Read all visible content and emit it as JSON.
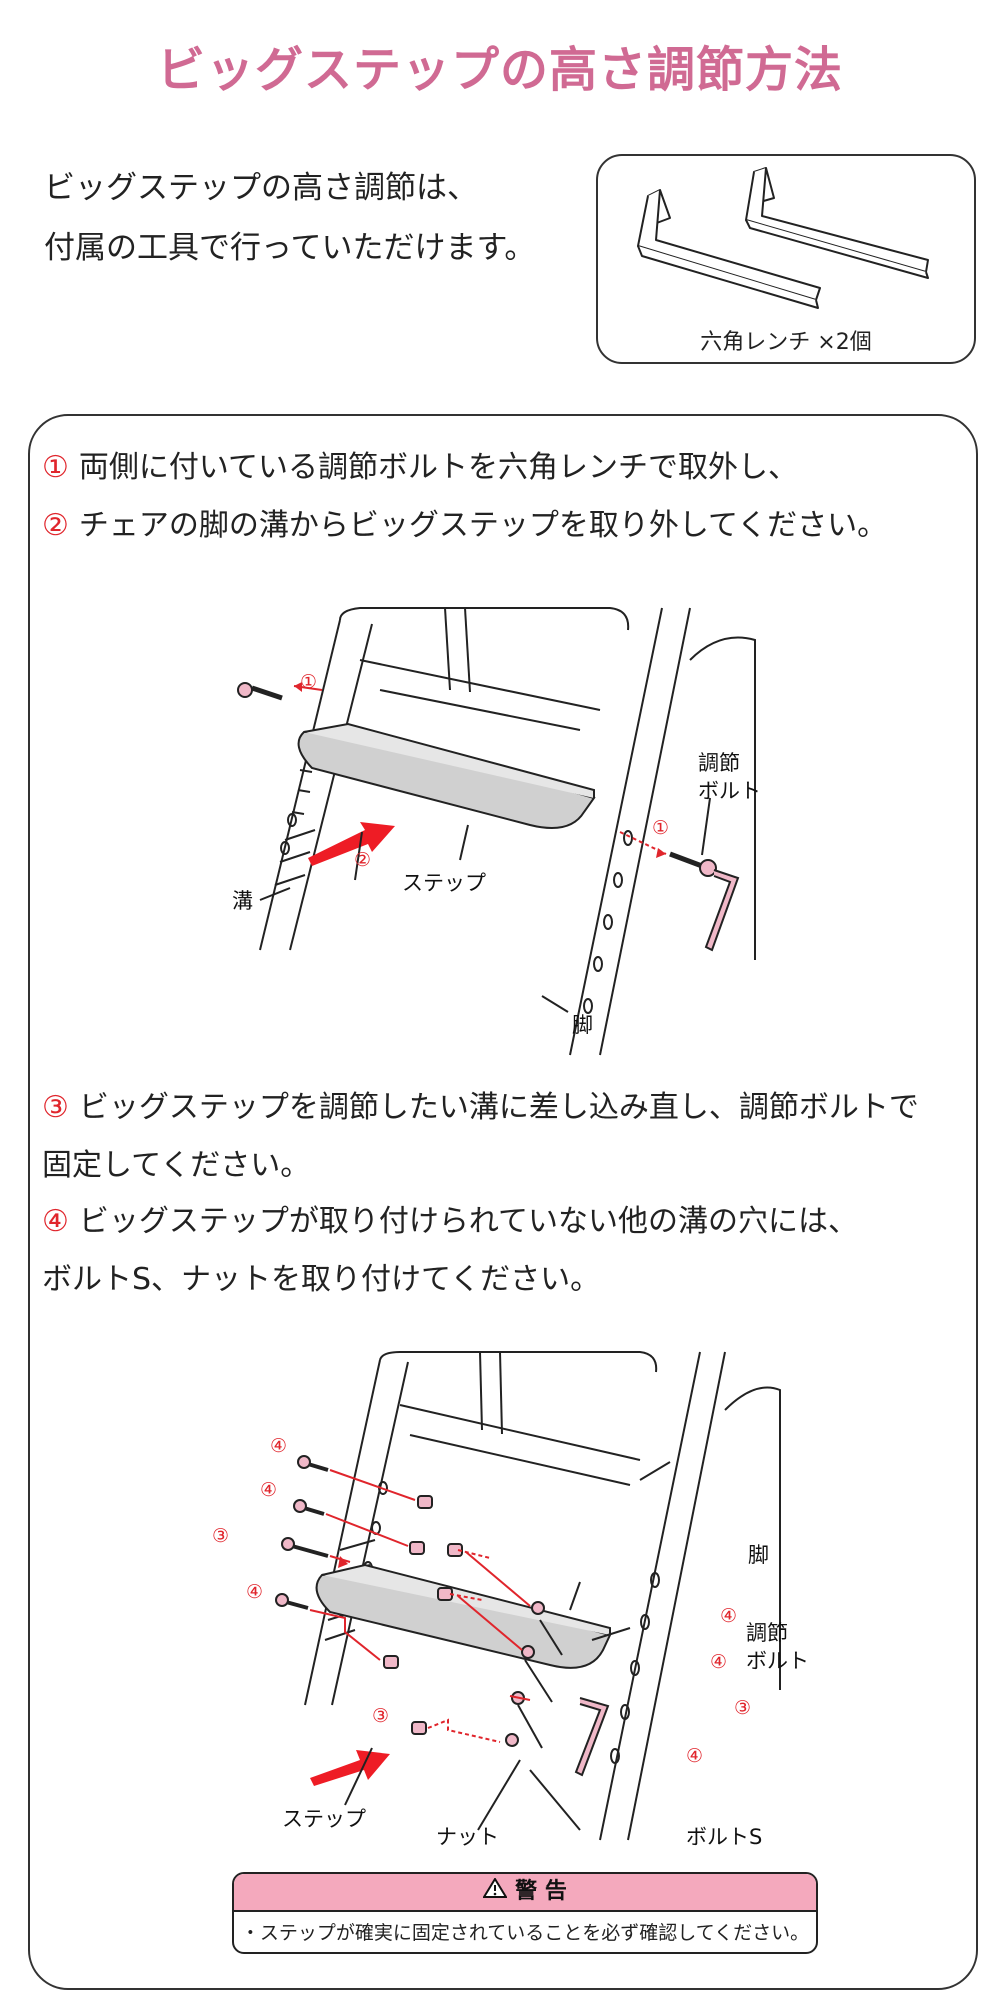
{
  "title": "ビッグステップの高さ調節方法",
  "intro": {
    "line1": "ビッグステップの高さ調節は、",
    "line2": "付属の工具で行っていただけます。"
  },
  "tool": {
    "caption": "六角レンチ ×2個"
  },
  "steps": [
    {
      "num": "①",
      "text": "両側に付いている調節ボルトを六角レンチで取外し、"
    },
    {
      "num": "②",
      "text": "チェアの脚の溝からビッグステップを取り外してください。"
    },
    {
      "num": "③",
      "text": "ビッグステップを調節したい溝に差し込み直し、調節ボルトで"
    },
    {
      "num": "④",
      "text": "ビッグステップが取り付けられていない他の溝の穴には、"
    }
  ],
  "step3_cont": "固定してください。",
  "step4_cont": "ボルトS、ナットを取り付けてください。",
  "figure1": {
    "labels": {
      "bolt1": "調節",
      "bolt2": "ボルト",
      "step": "ステップ",
      "groove": "溝",
      "leg": "脚"
    },
    "nums": {
      "n1a": "①",
      "n1b": "①",
      "n2": "②"
    }
  },
  "figure2": {
    "labels": {
      "leg": "脚",
      "bolt1": "調節",
      "bolt2": "ボルト",
      "step": "ステップ",
      "nut": "ナット",
      "boltS": "ボルトS"
    },
    "nums": {
      "a": "④",
      "b": "④",
      "c": "③",
      "d": "④",
      "e": "③",
      "f": "④",
      "g": "④",
      "h": "③",
      "i": "④"
    }
  },
  "warning": {
    "title": "警 告",
    "text": "・ステップが確実に固定されていることを必ず確認してください。"
  },
  "colors": {
    "title": "#d06a93",
    "number": "#e0252c",
    "warning_bg": "#f4a9bd",
    "step_fill": "#d0d0d0"
  }
}
